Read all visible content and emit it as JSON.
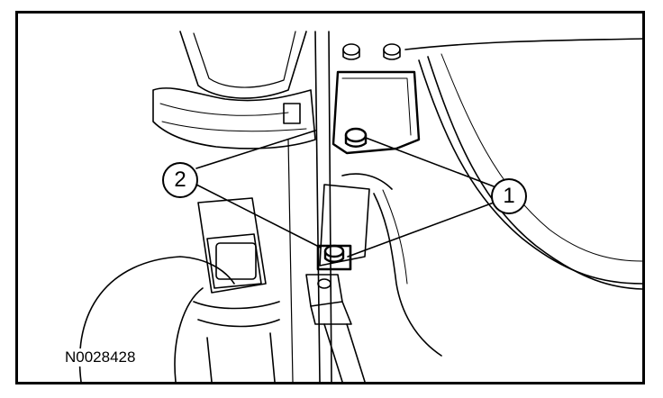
{
  "figure": {
    "id": "N0028428",
    "callouts": [
      {
        "label": "1"
      },
      {
        "label": "2"
      }
    ]
  }
}
